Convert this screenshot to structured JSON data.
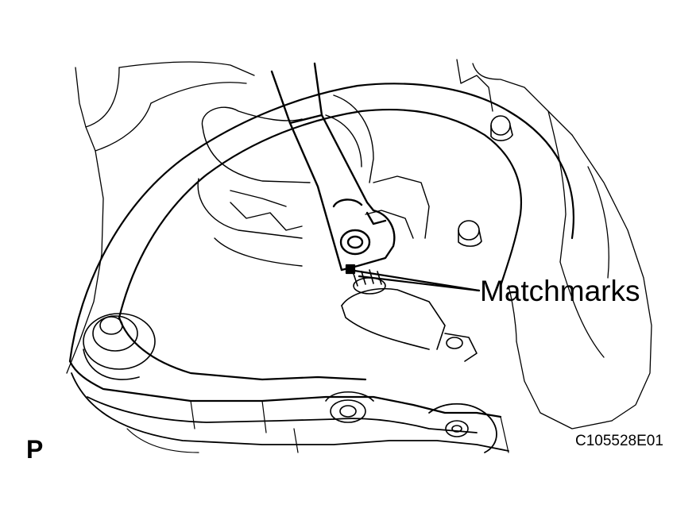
{
  "diagram": {
    "callout_label": "Matchmarks",
    "view_marker": "P",
    "figure_code": "C105528E01"
  }
}
